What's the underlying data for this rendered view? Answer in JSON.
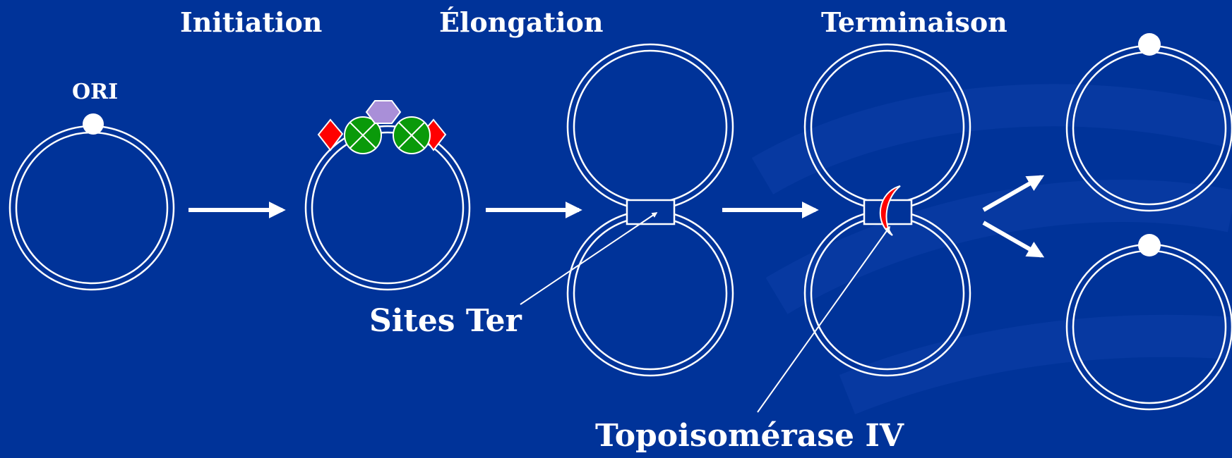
{
  "labels": {
    "initiation": "Initiation",
    "elongation": "Élongation",
    "termination": "Terminaison",
    "ori": "ORI",
    "ter_sites": "Sites Ter",
    "topoisomerase": "Topoisomérase IV"
  },
  "colors": {
    "background": "#003399",
    "line": "#ffffff",
    "helicase": "#0a9a0a",
    "primase": "#a98fd8",
    "clamp": "#ff0000",
    "topoisomerase": "#ff0000"
  }
}
